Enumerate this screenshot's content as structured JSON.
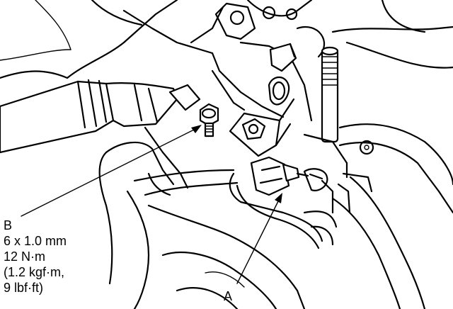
{
  "callouts": {
    "a": {
      "letter": "A"
    },
    "b": {
      "letter": "B",
      "size": "6 x 1.0 mm",
      "torque_nm": "12 N·m",
      "torque_kgf": "(1.2 kgf·m,",
      "torque_lbf": "9 lbf·ft)"
    }
  },
  "colors": {
    "ink": "#000000",
    "paper": "#ffffff"
  }
}
